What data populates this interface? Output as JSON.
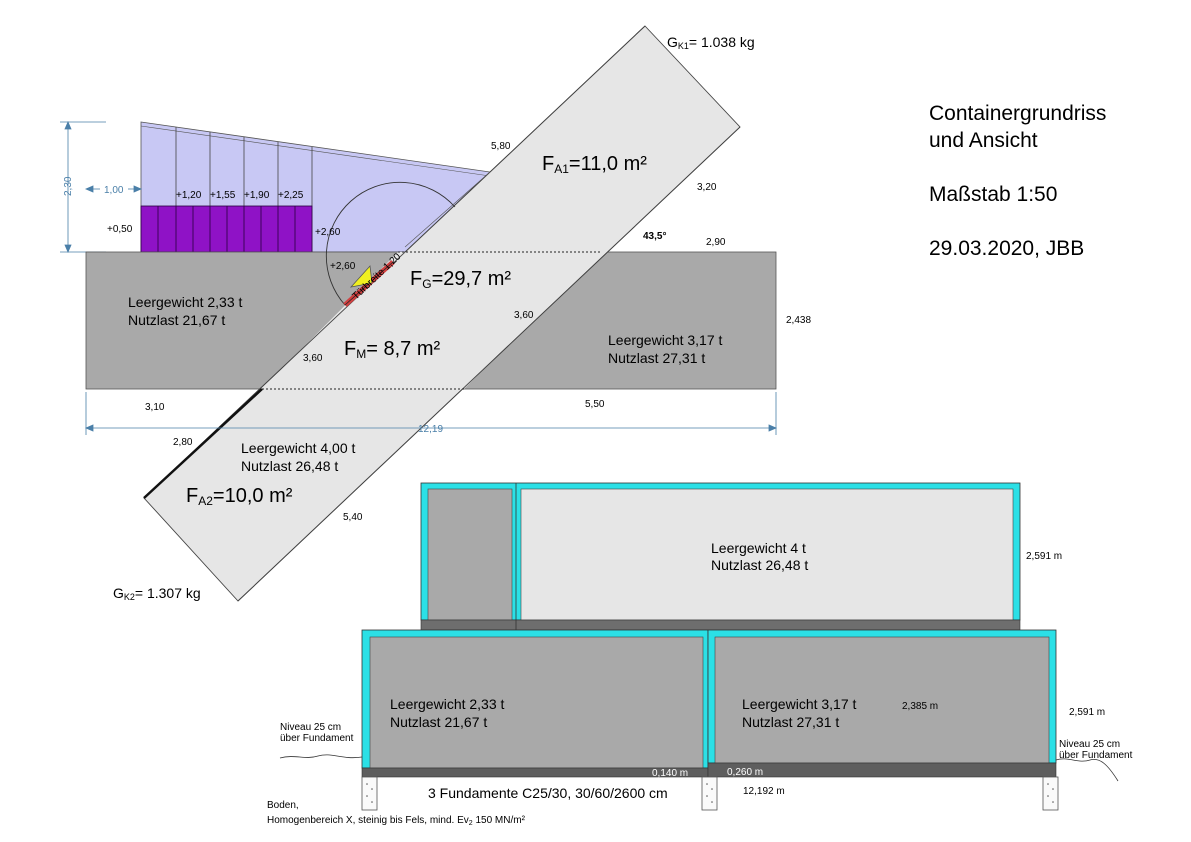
{
  "title": {
    "line1": "Containergrundriss",
    "line2": "und Ansicht",
    "scale": "Maßstab  1:50",
    "date": "29.03.2020, JBB"
  },
  "plan": {
    "gk1": "G",
    "gk1_sub": "K1",
    "gk1_val": "= 1.038 kg",
    "gk2": "G",
    "gk2_sub": "K2",
    "gk2_val": "= 1.307 kg",
    "fa1": "F",
    "fa1_sub": "A1",
    "fa1_val": "=11,0 m²",
    "fg": "F",
    "fg_sub": "G",
    "fg_val": "=29,7 m²",
    "fm": "F",
    "fm_sub": "M",
    "fm_val": "= 8,7 m²",
    "fa2": "F",
    "fa2_sub": "A2",
    "fa2_val": "=10,0 m²",
    "angle": "43,5°",
    "door": "Türbreite 1,20",
    "left_container": {
      "line1": "Leergewicht 2,33 t",
      "line2": "Nutzlast 21,67 t"
    },
    "right_container": {
      "line1": "Leergewicht 3,17 t",
      "line2": "Nutzlast 27,31 t"
    },
    "diag_container": {
      "line1": "Leergewicht 4,00 t",
      "line2": "Nutzlast 26,48 t"
    },
    "dims": {
      "d230": "2,30",
      "d100": "1,00",
      "d050": "+0,50",
      "d120": "+1,20",
      "d155": "+1,55",
      "d190": "+1,90",
      "d225": "+2,25",
      "d260a": "+2,60",
      "d260b": "+2,60",
      "d580": "5,80",
      "d320": "3,20",
      "d290": "2,90",
      "d2438": "2,438",
      "d360a": "3,60",
      "d360b": "3,60",
      "d310": "3,10",
      "d550": "5,50",
      "d1219": "12,19",
      "d280": "2,80",
      "d540": "5,40"
    }
  },
  "elevation": {
    "top_container": {
      "line1": "Leergewicht 4 t",
      "line2": "Nutzlast 26,48 t"
    },
    "bottom_left": {
      "line1": "Leergewicht 2,33 t",
      "line2": "Nutzlast 21,67 t"
    },
    "bottom_right": {
      "line1": "Leergewicht 3,17 t",
      "line2": "Nutzlast 27,31 t"
    },
    "h_top": "2,591 m",
    "h_right": "2,591 m",
    "h_inner": "2,385 m",
    "gap140": "0,140 m",
    "gap260": "0,260 m",
    "length": "12,192 m",
    "foundations": "3 Fundamente C25/30, 30/60/2600 cm",
    "niveau_left": {
      "line1": "Niveau 25 cm",
      "line2": "über Fundament"
    },
    "niveau_right": {
      "line1": "Niveau 25 cm",
      "line2": "über Fundament"
    },
    "ground": {
      "line1": "Boden,",
      "line2_pre": "Homogenbereich X, steinig bis Fels, mind. Ev",
      "line2_sub": "2",
      "line2_post": " 150 MN/m²"
    }
  },
  "colors": {
    "container_grey": "#a9a9a9",
    "diag_grey": "#e6e6e6",
    "lavender": "#c8c8f4",
    "purple": "#8f12c6",
    "cyan": "#2be0e6",
    "foot_grey": "#5e5e5e",
    "door_red": "#d04040",
    "door_yellow": "#f0f020",
    "dim_blue": "#4a7fa8"
  }
}
